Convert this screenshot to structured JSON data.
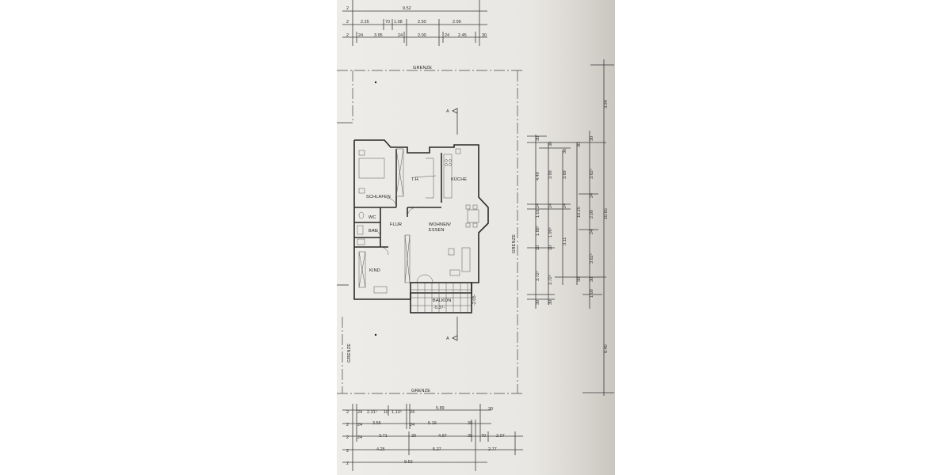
{
  "plan": {
    "rooms": {
      "schlafen": "SCHLAFEN",
      "th": "T.H.",
      "kueche": "KÜCHE",
      "wc": "WC",
      "bad": "BAD",
      "flur": "FLUR",
      "wohnen_line1": "WOHNEN/",
      "wohnen_line2": "ESSEN",
      "kind": "KIND",
      "balkon": "BALKON",
      "balkon_width": "-5.37-",
      "balkon_depth": "-2.05-"
    },
    "boundary_labels": {
      "top": "GRENZE",
      "bottom": "GRENZE",
      "left": "GRENZE",
      "right": "GRENZE"
    },
    "top_dimensions": {
      "row1": [
        "2",
        "9.52"
      ],
      "row2": [
        "2",
        "2.25",
        "70",
        "1.08",
        "2.50",
        "2.99"
      ],
      "row3": [
        "2",
        "24",
        "3.95",
        "24",
        "2.00",
        "24",
        "2.45",
        "30"
      ]
    },
    "bottom_dimensions": {
      "row1": [
        "2",
        "24",
        "2.31⁵",
        "10",
        "1.13⁵",
        "24",
        "5.89",
        "30"
      ],
      "row2": [
        "2",
        "24",
        "3.55",
        "24",
        "5.19",
        "30"
      ],
      "row3": [
        "2",
        "24",
        "3.71",
        "30",
        "4.97",
        "30",
        "70",
        "2.07"
      ],
      "row4": [
        "2",
        "4.25",
        "5.27",
        "2.77"
      ],
      "row5": [
        "2",
        "9.52"
      ]
    },
    "right_dimensions": {
      "col1": [
        "30",
        "4.49",
        "24",
        "1.01",
        "1.88⁵",
        "10",
        "3.72⁵",
        "30"
      ],
      "col2": [
        "30",
        "3.99",
        "24",
        "1.99⁵",
        "10",
        "3.72⁵",
        "30"
      ],
      "col3": [
        "30",
        "3.69",
        "24",
        "3.11"
      ],
      "col4": [
        "30",
        "10.25",
        "30"
      ],
      "col5": [
        "30",
        "3.62⁵",
        "24",
        "2.00",
        "24",
        "3.62⁵",
        "30",
        "1.00"
      ],
      "col6": [
        "3.94",
        "10.65",
        "8.40"
      ]
    },
    "section_markers": [
      "A",
      "A"
    ]
  }
}
